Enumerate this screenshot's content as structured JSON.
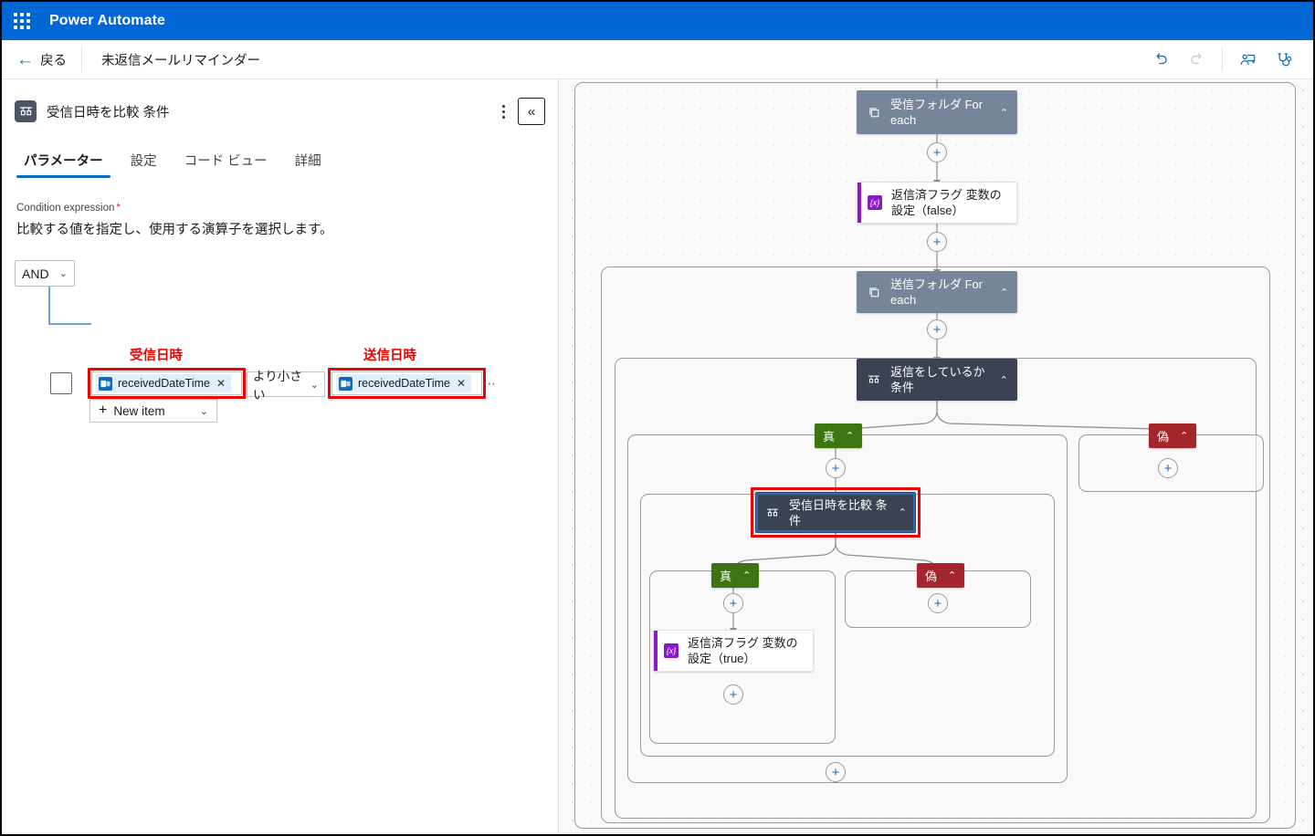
{
  "brand": {
    "app_title": "Power Automate",
    "waffle_icon": "app-launcher-icon"
  },
  "commandbar": {
    "back_label": "戻る",
    "back_icon": "arrow-left-icon",
    "flow_name": "未返信メールリマインダー",
    "actions": [
      {
        "name": "undo-button",
        "icon": "undo-icon",
        "enabled": true
      },
      {
        "name": "redo-button",
        "icon": "redo-icon",
        "enabled": false
      },
      {
        "name": "copilot-button",
        "icon": "person-screen-icon",
        "enabled": true
      },
      {
        "name": "flow-checker-button",
        "icon": "stethoscope-icon",
        "enabled": true
      }
    ]
  },
  "panel": {
    "icon": "condition-icon",
    "title": "受信日時を比較 条件",
    "kebab_icon": "more-options-icon",
    "collapse_icon": "chevron-double-left-icon",
    "tabs": [
      {
        "label": "パラメーター",
        "active": true
      },
      {
        "label": "設定",
        "active": false
      },
      {
        "label": "コード ビュー",
        "active": false
      },
      {
        "label": "詳細",
        "active": false
      }
    ],
    "condition": {
      "field_label": "Condition expression",
      "required_mark": "*",
      "description": "比較する値を指定し、使用する演算子を選択します。",
      "logic_operator": "AND",
      "chevron": "⌄",
      "left_annotation": "受信日時",
      "right_annotation": "送信日時",
      "left_operand": {
        "token_label": "receivedDateTime",
        "token_icon": "outlook-icon",
        "remove_icon": "close-icon"
      },
      "operator": "より小さい",
      "right_operand": {
        "token_label": "receivedDateTime",
        "token_icon": "outlook-icon",
        "remove_icon": "close-icon"
      },
      "row_more_icon": "row-more-options-icon",
      "new_item_label": "New item",
      "new_item_plus": "+"
    }
  },
  "canvas": {
    "add_icon": "+",
    "collapse_caret": "⌃",
    "nodes": [
      {
        "id": "foreach-inbox",
        "title": "受信フォルダ For each",
        "icon": "foreach-icon",
        "style": "gray"
      },
      {
        "id": "setvar-false",
        "title": "返信済フラグ 変数の設定（false）",
        "icon": "variable-icon",
        "style": "white"
      },
      {
        "id": "foreach-sent",
        "title": "送信フォルダ For each",
        "icon": "foreach-icon",
        "style": "gray"
      },
      {
        "id": "cond-replied",
        "title": "返信をしているか 条件",
        "icon": "condition-icon",
        "style": "dark"
      },
      {
        "id": "cond-compare",
        "title": "受信日時を比較 条件",
        "icon": "condition-icon",
        "style": "selected"
      },
      {
        "id": "setvar-true",
        "title": "返信済フラグ 変数の設定（true）",
        "icon": "variable-icon",
        "style": "white"
      }
    ],
    "branch_labels": {
      "true": "真",
      "false": "偽"
    }
  },
  "colors": {
    "brand_blue": "#0067d5",
    "accent_blue": "#0f6cbd",
    "highlight_red": "#ee0000",
    "true_green": "#3c7512",
    "false_red": "#a4262c",
    "node_gray": "#77859a",
    "node_dark": "#3b4252",
    "variable_purple": "#8b18c9"
  }
}
